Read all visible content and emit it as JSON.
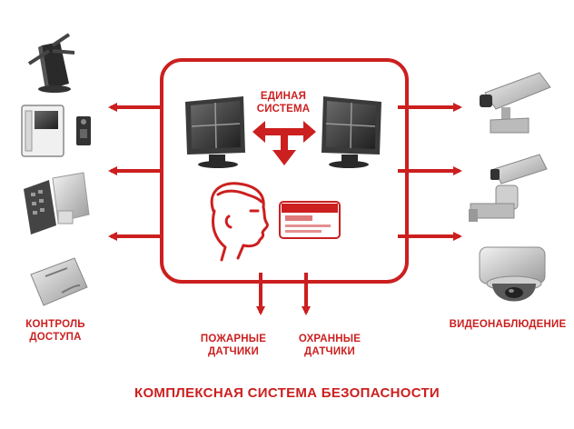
{
  "labels": {
    "center": [
      "ЕДИНАЯ",
      "СИСТЕМА"
    ],
    "access_control": [
      "КОНТРОЛЬ",
      "ДОСТУПА"
    ],
    "fire_sensors": [
      "ПОЖАРНЫЕ",
      "ДАТЧИКИ"
    ],
    "security_sensors": [
      "ОХРАННЫЕ",
      "ДАТЧИКИ"
    ],
    "video_surveillance": "ВИДЕОНАБЛЮДЕНИЕ"
  },
  "title": "КОМПЛЕКСНАЯ СИСТЕМА БЕЗОПАСНОСТИ",
  "colors": {
    "accent": "#cc1f1f",
    "device_dark": "#2a2a2a",
    "device_light": "#d9d9d9"
  },
  "icons": [
    "turnstile-icon",
    "intercom-icon",
    "keypad-reader-icon",
    "access-card-icon",
    "monitor-icon",
    "person-head-icon",
    "id-card-icon",
    "box-camera-icon",
    "ptz-camera-icon",
    "dome-camera-icon"
  ]
}
